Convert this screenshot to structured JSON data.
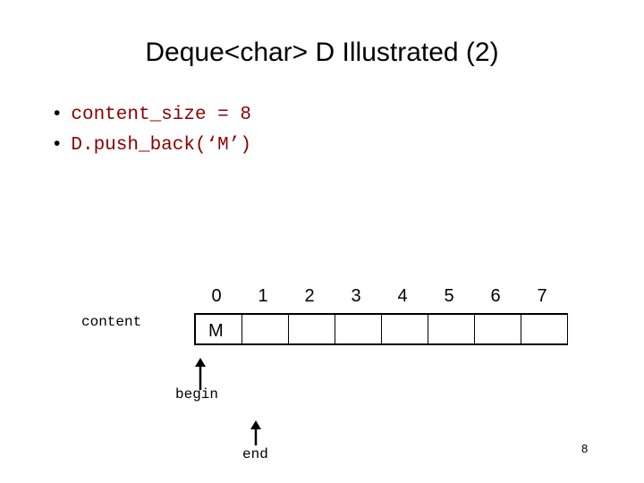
{
  "slide": {
    "title": "Deque<char> D Illustrated (2)",
    "bullets": [
      "content_size = 8",
      "D.push_back(‘M’)"
    ],
    "bullet_symbol": "•",
    "content_label": "content",
    "indices": [
      "0",
      "1",
      "2",
      "3",
      "4",
      "5",
      "6",
      "7"
    ],
    "cells": [
      "M",
      "",
      "",
      "",
      "",
      "",
      "",
      ""
    ],
    "begin_label": "begin",
    "end_label": "end",
    "page_number": "8",
    "colors": {
      "bullet_text": "#8b0000",
      "text": "#000000",
      "background": "#ffffff"
    }
  }
}
